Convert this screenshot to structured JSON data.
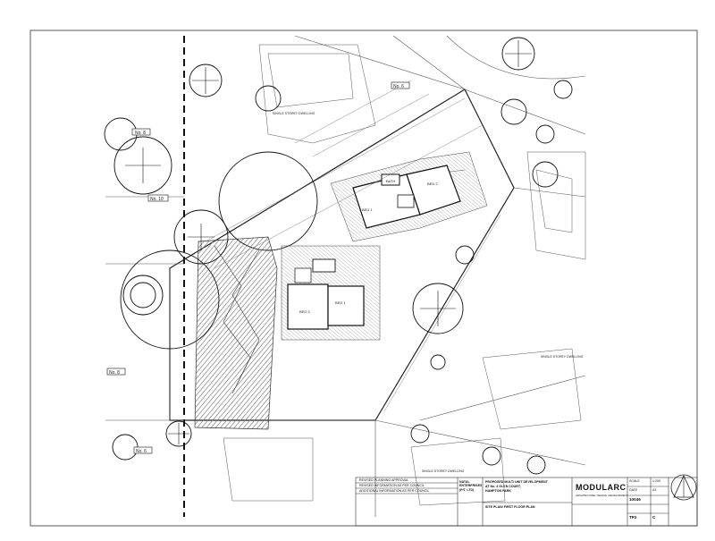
{
  "plan": {
    "labels": {
      "no6_top": "No. 6",
      "no8_left": "No. 8",
      "no10_left": "No. 10",
      "no8_bottom": "No. 8",
      "no6_bottom": "No. 6",
      "single_storey_top": "SINGLE STOREY DWELLING",
      "single_storey_right": "SINGLE STOREY DWELLING",
      "single_storey_bottom": "SINGLE STOREY DWELLING",
      "bed1_upper": "BED 1",
      "bed2_upper": "BED 2",
      "bath_upper": "BATH",
      "bed3_lower": "BED 3",
      "bed1_lower": "BED 1"
    }
  },
  "title_block": {
    "revisions": [
      "REVISED PLANNING APPROVAL",
      "REVISED INFORMATION AS PER COUNCIL",
      "ADDITIONAL INFORMATION AS PER COUNCIL"
    ],
    "client": "NATAL ENTERPRISES (P/T. LTD)",
    "project_line1": "PROPOSED MULTI UNIT DEVELOPMENT",
    "project_line2": "AT No. 4 GLEN COURT,",
    "project_line3": "HAMPTON PARK",
    "drawing_title": "SITE PLAN/ FIRST FLOOR PLAN",
    "company": "MODULARC",
    "company_sub": "ARCHITECTURE | DESIGN | DEVELOPMENT",
    "job_no": "10046",
    "drawing_no": "TP2",
    "revision": "C",
    "scale_label": "SCALE",
    "scale_value": "1:200",
    "date_label": "DATE",
    "sheet_label": "A3"
  }
}
